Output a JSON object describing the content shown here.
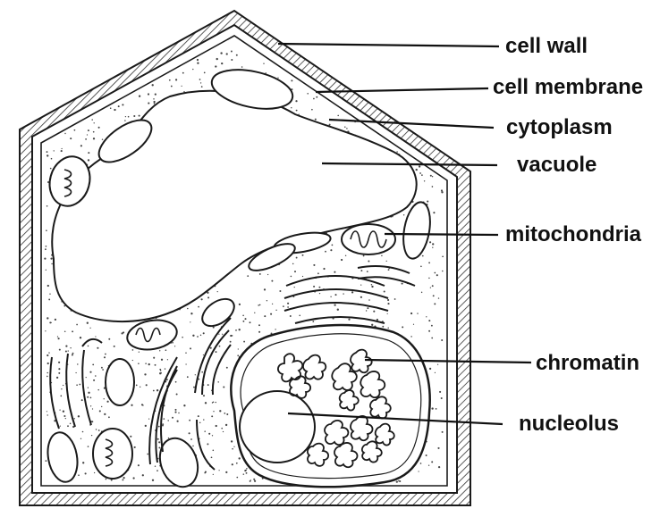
{
  "diagram": {
    "subject": "plant cell",
    "labels": {
      "cell_wall": "cell wall",
      "cell_membrane": "cell membrane",
      "cytoplasm": "cytoplasm",
      "vacuole": "vacuole",
      "mitochondria": "mitochondria",
      "chromatin": "chromatin",
      "nucleolus": "nucleolus"
    }
  },
  "colors": {
    "ink": "#1a1a1a",
    "background": "#ffffff",
    "wall_hatch": "#333333"
  }
}
